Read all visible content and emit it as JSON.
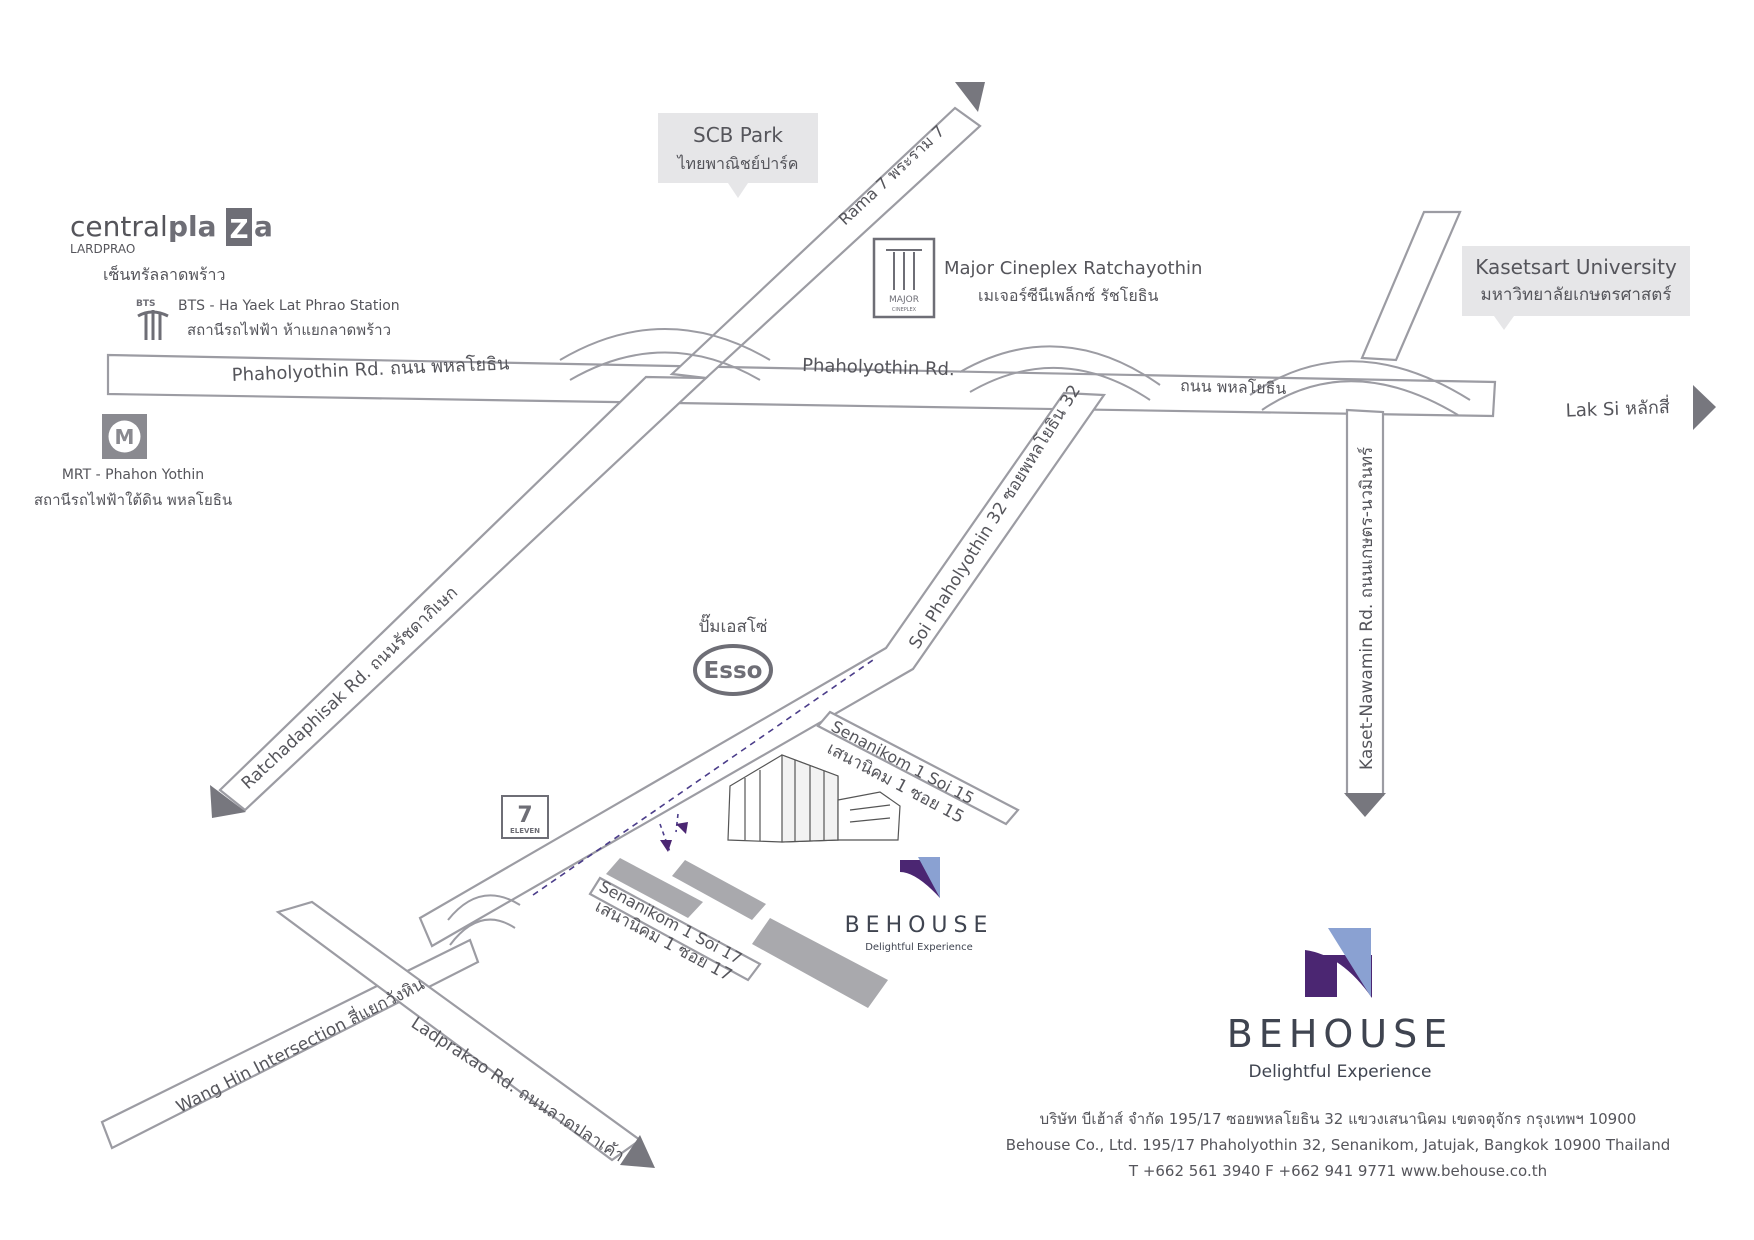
{
  "landmarks": {
    "central_plaza": {
      "logo_word1": "central",
      "logo_word2": "pla",
      "logo_z": "Z",
      "logo_word3": "a",
      "sub": "LARDPRAO",
      "thai": "เซ็นทรัลลาดพร้าว"
    },
    "bts": {
      "logo_text": "BTS",
      "line1": "BTS - Ha Yaek Lat Phrao Station",
      "line2": "สถานีรถไฟฟ้า ห้าแยกลาดพร้าว"
    },
    "mrt": {
      "logo_text": "M",
      "line1": "MRT - Phahon Yothin",
      "line2": "สถานีรถไฟฟ้าใต้ดิน พหลโยธิน"
    },
    "scb_park": {
      "line1": "SCB Park",
      "line2": "ไทยพาณิชย์ปาร์ค"
    },
    "major_cineplex": {
      "logo_text": "MAJOR",
      "logo_sub": "CINEPLEX",
      "line1": "Major Cineplex Ratchayothin",
      "line2": "เมเจอร์ซีนีเพล็กซ์ รัชโยธิน"
    },
    "kasetsart": {
      "line1": "Kasetsart University",
      "line2": "มหาวิทยาลัยเกษตรศาสตร์"
    },
    "esso": {
      "thai": "ปั๊มเอสโซ่",
      "logo_text": "Esso"
    },
    "seven_eleven": {
      "logo_num": "7",
      "logo_text": "ELEVEN"
    }
  },
  "roads": {
    "phaholyothin_left": "Phaholyothin Rd. ถนน พหลโยธิน",
    "phaholyothin_mid": "Phaholyothin Rd.",
    "phaholyothin_thai": "ถนน พหลโยธิน",
    "lak_si": "Lak Si  หลักสี่",
    "rama7": "Rama 7  พระราม 7",
    "ratchadaphisak": "Ratchadaphisak Rd.  ถนนรัชดาภิเษก",
    "soi32": "Soi Phaholyothin 32  ซอยพหลโยธิน 32",
    "kaset_nawamin": "Kaset-Nawamin Rd.  ถนนเกษตร-นวมินทร์",
    "soi15_en": "Senanikom 1 Soi 15",
    "soi15_th": "เสนานิคม 1 ซอย 15",
    "soi17_en": "Senanikom 1 Soi 17",
    "soi17_th": "เสนานิคม 1 ซอย 17",
    "wang_hin": "Wang Hin Intersection  สี่แยกวังหิน",
    "ladprakao": "Ladprakao Rd.  ถนนลาดปลาเค้า"
  },
  "behouse_map": {
    "name": "BEHOUSE",
    "tagline": "Delightful  Experience"
  },
  "company": {
    "name": "BEHOUSE",
    "tagline": "Delightful  Experience",
    "address_th": "บริษัท บีเฮ้าส์ จำกัด  195/17 ซอยพหลโยธิน 32 แขวงเสนานิคม เขตจตุจักร กรุงเทพฯ 10900",
    "address_en": "Behouse Co., Ltd.  195/17 Phaholyothin 32, Senanikom, Jatujak, Bangkok 10900 Thailand",
    "contact": "T +662 561 3940  F +662 941 9771  www.behouse.co.th"
  },
  "icons": [
    "bts-logo-icon",
    "mrt-logo-icon",
    "major-cineplex-logo-icon",
    "esso-logo-icon",
    "seven-eleven-logo-icon",
    "behouse-logo-icon",
    "arrow-icon",
    "building-icon"
  ],
  "colors": {
    "road_stroke": "#9c9ca3",
    "callout": "#e6e6e8",
    "behouse_purple": "#4b2672",
    "behouse_blue": "#8aa1d2",
    "lot_gray": "#a9a9ad"
  }
}
